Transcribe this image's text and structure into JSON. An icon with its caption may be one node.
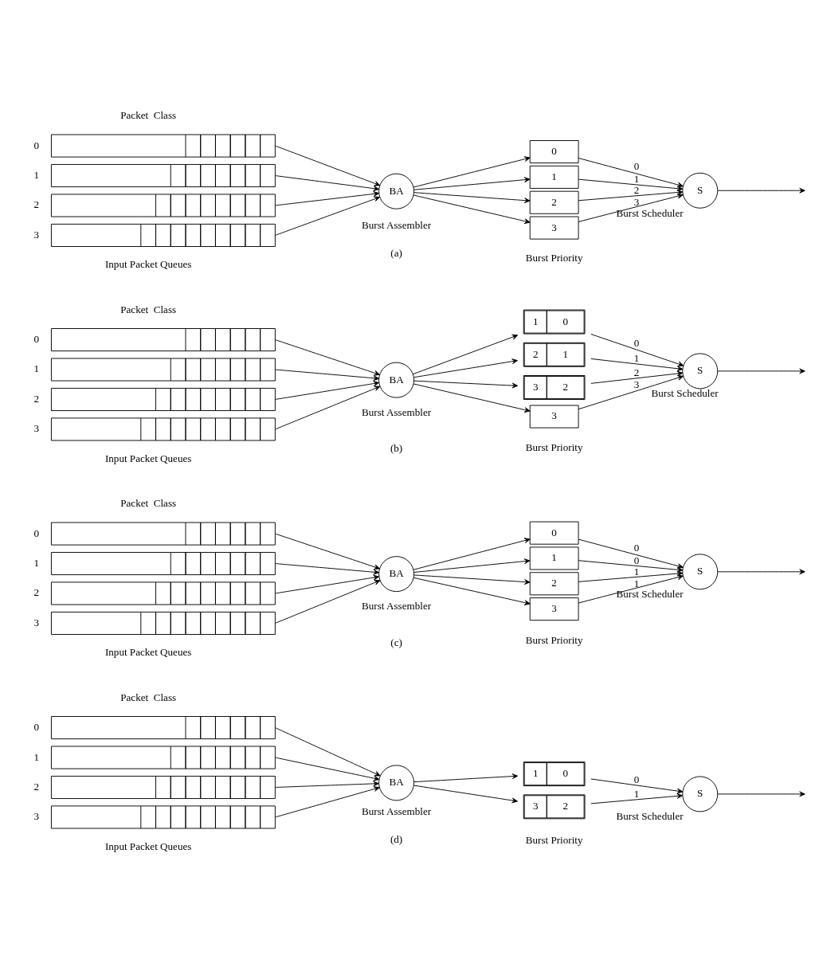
{
  "diagram": {
    "nodes": [
      {
        "text": [],
        "shape": "bar",
        "beside": [
          "0"
        ]
      },
      {
        "text": [],
        "shape": "bar",
        "beside": [
          "1"
        ]
      },
      {
        "text": [],
        "shape": "bar",
        "beside": [
          "2"
        ]
      },
      {
        "text": [],
        "shape": "bar",
        "beside": [
          "3"
        ]
      },
      {
        "text": [
          "BA"
        ],
        "beside": [
          "Burst Assembler"
        ]
      },
      {
        "text": [
          "0"
        ]
      },
      {
        "text": [
          "1"
        ]
      },
      {
        "text": [
          "2"
        ]
      },
      {
        "text": [
          "3"
        ]
      },
      {
        "text": [
          "S"
        ],
        "beside": [
          "Burst Scheduler"
        ]
      },
      {
        "text": [],
        "shape": "bar",
        "beside": [
          "0"
        ]
      },
      {
        "text": [],
        "shape": "bar",
        "beside": [
          "1"
        ]
      },
      {
        "text": [],
        "shape": "bar",
        "beside": [
          "2"
        ]
      },
      {
        "text": [],
        "shape": "bar",
        "beside": [
          "3"
        ]
      },
      {
        "text": [
          "BA"
        ],
        "beside": [
          "Burst Assembler"
        ]
      },
      {
        "text": [
          "1",
          "0"
        ]
      },
      {
        "text": [
          "2",
          "1"
        ]
      },
      {
        "text": [
          "3",
          "2"
        ]
      },
      {
        "text": [
          "3"
        ]
      },
      {
        "text": [
          "S"
        ],
        "beside": [
          "Burst Scheduler"
        ]
      },
      {
        "text": [],
        "shape": "bar",
        "beside": [
          "0"
        ]
      },
      {
        "text": [],
        "shape": "bar",
        "beside": [
          "1"
        ]
      },
      {
        "text": [],
        "shape": "bar",
        "beside": [
          "2"
        ]
      },
      {
        "text": [],
        "shape": "bar",
        "beside": [
          "3"
        ]
      },
      {
        "text": [
          "BA"
        ],
        "beside": [
          "Burst Assembler"
        ]
      },
      {
        "text": [
          "0"
        ]
      },
      {
        "text": [
          "1"
        ]
      },
      {
        "text": [
          "2"
        ]
      },
      {
        "text": [
          "3"
        ]
      },
      {
        "text": [
          "S"
        ],
        "beside": [
          "Burst Scheduler"
        ]
      },
      {
        "text": [],
        "shape": "bar",
        "beside": [
          "0"
        ]
      },
      {
        "text": [],
        "shape": "bar",
        "beside": [
          "1"
        ]
      },
      {
        "text": [],
        "shape": "bar",
        "beside": [
          "2"
        ]
      },
      {
        "text": [],
        "shape": "bar",
        "beside": [
          "3"
        ]
      },
      {
        "text": [
          "BA"
        ],
        "beside": [
          "Burst Assembler"
        ]
      },
      {
        "text": [
          "1",
          "0"
        ]
      },
      {
        "text": [
          "3",
          "2"
        ]
      },
      {
        "text": [
          "S"
        ],
        "beside": [
          "Burst Scheduler"
        ]
      }
    ],
    "edges": [
      {
        "from": 0,
        "to": 4,
        "arrow": "to"
      },
      {
        "from": 1,
        "to": 4,
        "arrow": "to"
      },
      {
        "from": 2,
        "to": 4,
        "arrow": "to"
      },
      {
        "from": 3,
        "to": 4,
        "arrow": "to"
      },
      {
        "from": 4,
        "to": 5,
        "arrow": "to"
      },
      {
        "from": 4,
        "to": 6,
        "arrow": "to"
      },
      {
        "from": 4,
        "to": 7,
        "arrow": "to"
      },
      {
        "from": 4,
        "to": 8,
        "arrow": "to"
      },
      {
        "from": 5,
        "to": 9,
        "arrow": "to",
        "label": "0"
      },
      {
        "from": 6,
        "to": 9,
        "arrow": "to",
        "label": "1"
      },
      {
        "from": 7,
        "to": 9,
        "arrow": "to",
        "label": "2"
      },
      {
        "from": 8,
        "to": 9,
        "arrow": "to",
        "label": "3"
      },
      {
        "from": 9,
        "to": null,
        "arrow": "to"
      },
      {
        "from": 10,
        "to": 14,
        "arrow": "to"
      },
      {
        "from": 11,
        "to": 14,
        "arrow": "to"
      },
      {
        "from": 12,
        "to": 14,
        "arrow": "to"
      },
      {
        "from": 13,
        "to": 14,
        "arrow": "to"
      },
      {
        "from": 14,
        "to": 15,
        "arrow": "to"
      },
      {
        "from": 14,
        "to": 16,
        "arrow": "to"
      },
      {
        "from": 14,
        "to": 17,
        "arrow": "to"
      },
      {
        "from": 14,
        "to": 18,
        "arrow": "to"
      },
      {
        "from": 15,
        "to": 19,
        "arrow": "to",
        "label": "0"
      },
      {
        "from": 16,
        "to": 19,
        "arrow": "to",
        "label": "1"
      },
      {
        "from": 17,
        "to": 19,
        "arrow": "to",
        "label": "2"
      },
      {
        "from": 18,
        "to": 19,
        "arrow": "to",
        "label": "3"
      },
      {
        "from": 19,
        "to": null,
        "arrow": "to"
      },
      {
        "from": 20,
        "to": 24,
        "arrow": "to"
      },
      {
        "from": 21,
        "to": 24,
        "arrow": "to"
      },
      {
        "from": 22,
        "to": 24,
        "arrow": "to"
      },
      {
        "from": 23,
        "to": 24,
        "arrow": "to"
      },
      {
        "from": 24,
        "to": 25,
        "arrow": "to"
      },
      {
        "from": 24,
        "to": 26,
        "arrow": "to"
      },
      {
        "from": 24,
        "to": 27,
        "arrow": "to"
      },
      {
        "from": 24,
        "to": 28,
        "arrow": "to"
      },
      {
        "from": 25,
        "to": 29,
        "arrow": "to",
        "label": "0"
      },
      {
        "from": 26,
        "to": 29,
        "arrow": "to",
        "label": "0"
      },
      {
        "from": 27,
        "to": 29,
        "arrow": "to",
        "label": "1"
      },
      {
        "from": 28,
        "to": 29,
        "arrow": "to",
        "label": "1"
      },
      {
        "from": 29,
        "to": null,
        "arrow": "to"
      },
      {
        "from": 30,
        "to": 34,
        "arrow": "to"
      },
      {
        "from": 31,
        "to": 34,
        "arrow": "to"
      },
      {
        "from": 32,
        "to": 34,
        "arrow": "to"
      },
      {
        "from": 33,
        "to": 34,
        "arrow": "to"
      },
      {
        "from": 34,
        "to": 35,
        "arrow": "to"
      },
      {
        "from": 34,
        "to": 36,
        "arrow": "to"
      },
      {
        "from": 35,
        "to": 37,
        "arrow": "to",
        "label": "0"
      },
      {
        "from": 36,
        "to": 37,
        "arrow": "to",
        "label": "1"
      },
      {
        "from": 37,
        "to": null,
        "arrow": "to"
      }
    ],
    "labels": [
      "Packet  Class",
      "Burst Priority",
      "Input Packet Queues",
      "(a)",
      "Packet  Class",
      "Burst Priority",
      "Input Packet Queues",
      "(b)",
      "Packet  Class",
      "Burst Priority",
      "Input Packet Queues",
      "(c)",
      "Packet  Class",
      "Burst Priority",
      "Input Packet Queues",
      "(d)"
    ]
  }
}
